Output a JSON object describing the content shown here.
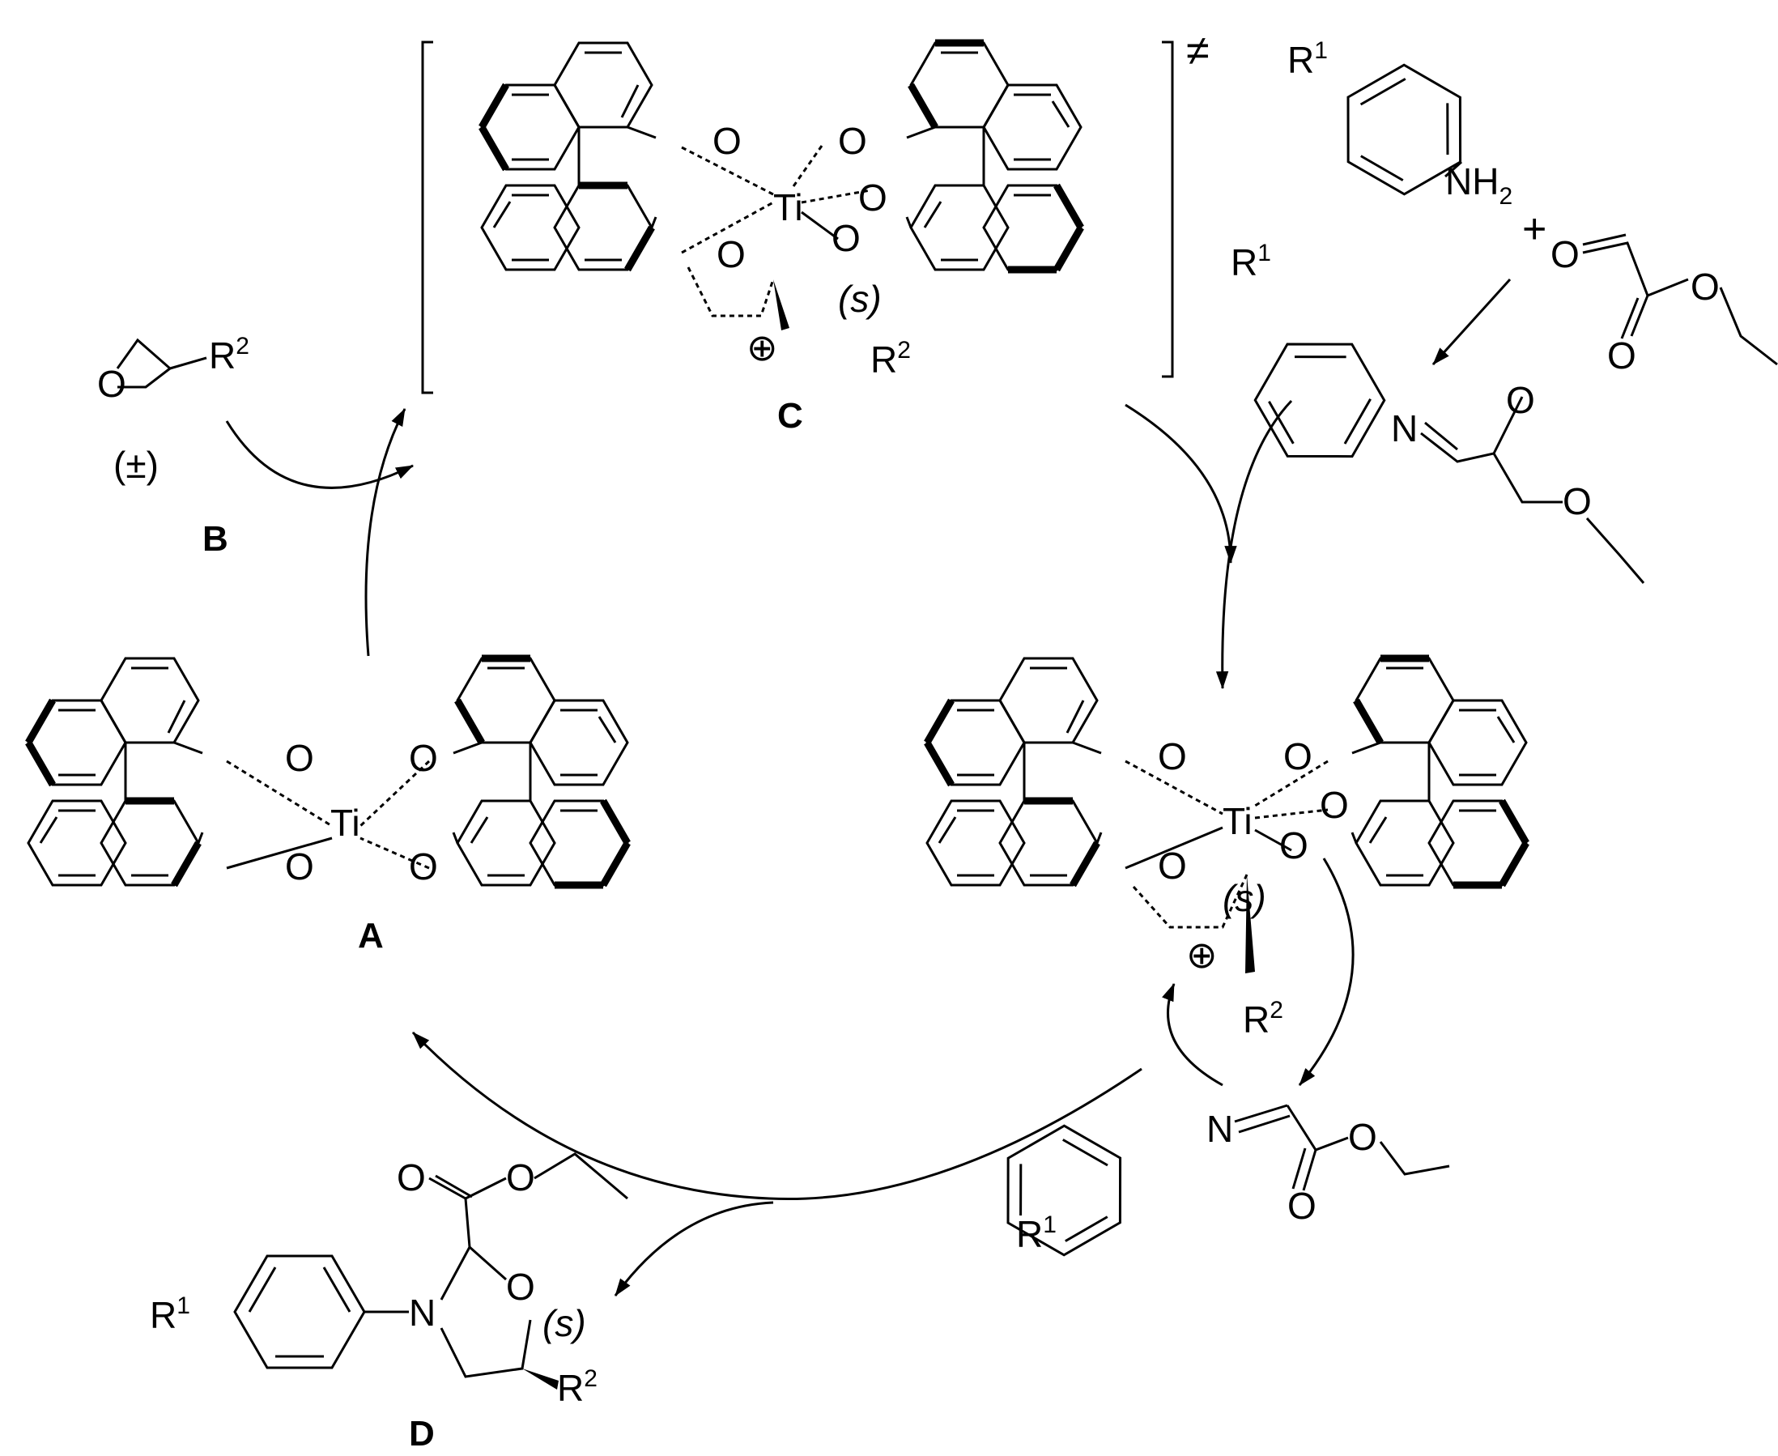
{
  "labels": {
    "A": "A",
    "B": "B",
    "C": "C",
    "D": "D"
  },
  "atoms": {
    "O": "O",
    "Ti": "Ti",
    "N": "N",
    "R": "R",
    "one": "1",
    "two": "2",
    "NH": "NH",
    "sub2": "2",
    "s": "s",
    "plus": "+",
    "plusminus": "(±)",
    "transition": "≠",
    "cation": "⊕"
  },
  "colors": {
    "ink": "#000000",
    "background": "#ffffff"
  }
}
